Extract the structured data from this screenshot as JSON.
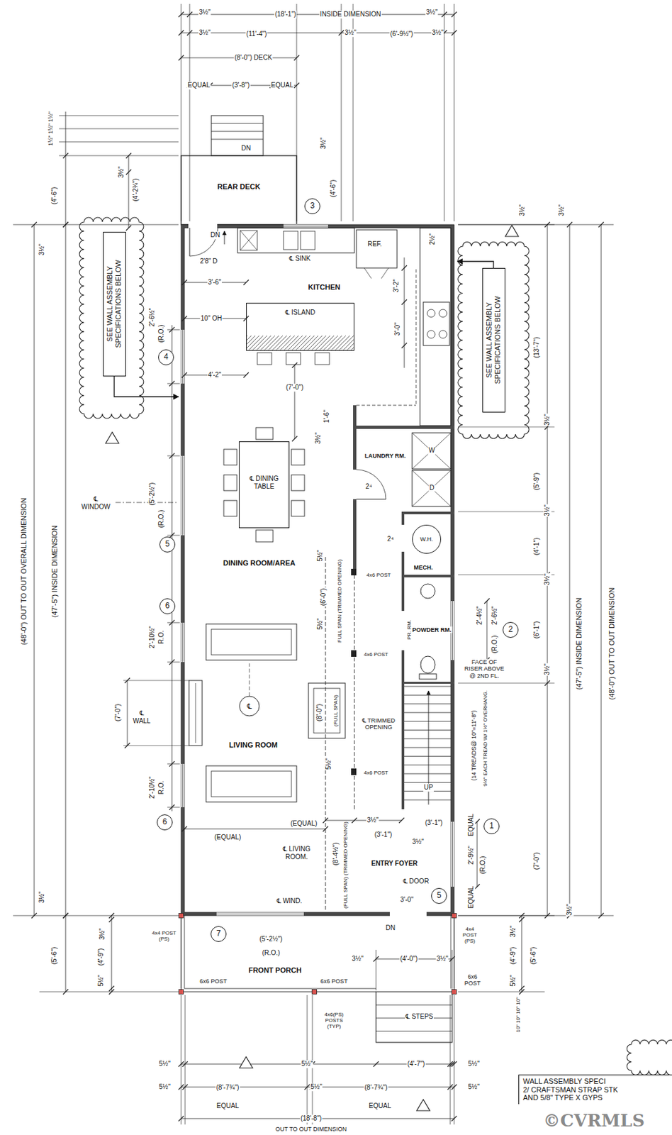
{
  "diagram": {
    "nodes": [
      {
        "text": [
          "3"
        ]
      },
      {
        "text": [
          "SEE WALL ASSEMBLY SPECIFICATIONS BELOW"
        ]
      },
      {
        "text": [
          "℄ ISLAND"
        ]
      },
      {
        "text": [
          "SEE WALL ASSEMBLY SPECIFICATIONS BELOW"
        ]
      },
      {
        "text": [
          "4"
        ]
      },
      {
        "text": [
          "℄ DINING TABLE"
        ]
      },
      {
        "text": [
          "W.H."
        ]
      },
      {
        "text": [
          "5"
        ]
      },
      {
        "text": [
          "6"
        ]
      },
      {
        "text": [
          "2"
        ]
      },
      {
        "text": [
          "6"
        ]
      },
      {
        "text": [
          "1"
        ]
      },
      {
        "text": [
          "5"
        ]
      },
      {
        "text": [
          "7"
        ]
      },
      {
        "text": [
          "WALL ASSEMBLY SPECI",
          "2/ CRAFTSMAN STRAP STK",
          "AND 5/8\" TYPE X GYPS"
        ]
      }
    ],
    "labels": [
      "3½\"",
      "(18'-1\")",
      "INSIDE DIMENSION",
      "3½\"",
      "3½\"",
      "(11'-4\")",
      "3½\"",
      "(6'-9½\")",
      "3½\"",
      "(8'-0\") DECK",
      "EQUAL",
      "(3'-8\")",
      "EQUAL",
      "DN",
      "3½\"",
      "REAR DECK",
      "1½\" 1½\" 1½\"",
      "(4'-6\")",
      "(4'-2¾\")",
      "3½\"",
      "(4'-6\")",
      "3½\"",
      "3½\"",
      "3½\"",
      "DN",
      "2'8\" D",
      "3'-6\"",
      "℄ SINK",
      "REF.",
      "2½\"",
      "KITCHEN",
      "3'-2\"",
      "3'-0\"",
      "10\" OH",
      "4'-2\"",
      "(7'-0\")",
      "2'-6½\"",
      "(R.O.)",
      "(13'-7\")",
      "3½\"",
      "1'-6\"",
      "3½\"",
      "LAUNDRY RM.",
      "W",
      "D",
      "2⁴",
      "2⁴",
      "MECH.",
      "(5'-9\")",
      "3½\"",
      "(4'-1\")",
      "3½\"",
      "(6'-1\")",
      "2'-4½\"",
      "2'-6½\"",
      "(R.O.)",
      "PR. RM.",
      "POWDER RM.",
      "FACE OF RISER ABOVE @ 2ND FL.",
      "(14 TREADS@ 10\"=11'-8\")",
      "9½\" EACH TREAD W/ 1½\" OVERHANG.",
      "3½\"",
      "(7'-0\")",
      "EQUAL",
      "2'-9½\"",
      "(R.O.)",
      "EQUAL",
      "℄ WINDOW",
      "(5'-2½\")",
      "(R.O.)",
      "DINING ROOM/AREA",
      "5½\"",
      "(6'-0\")",
      "FULL SPAN (TRIMMED OPENING)",
      "4x6 POST",
      "5½\"",
      "4x6 POST",
      "2'-10½\"",
      "R.O.",
      "(7'-0\")",
      "℄ WALL",
      "℄",
      "LIVING ROOM",
      "(8'-0\")",
      "(FULL SPAN)",
      "℄ TRIMMED OPENING",
      "5½\"",
      "4x6 POST",
      "UP",
      "2'-10½\"",
      "R.O.",
      "(EQUAL)",
      "(EQUAL)",
      "℄ LIVING ROOM.",
      "3½\"",
      "(3'-1\")",
      "(3'-1\")",
      "3½\"",
      "ENTRY FOYER",
      "(8'-4½\")",
      "(FULL SPAN) (TRIMMED OPENING)",
      "℄ WIND.",
      "℄ DOOR",
      "3'-0\"",
      "DN",
      "(48'-0\") OUT TO OUT OVERALL DIMENSION",
      "(47'-5\") INSIDE DIMENSION",
      "(47'-5\") INSIDE DIMENSION",
      "(48'-0\") OUT TO OUT DIMENSION",
      "3½\"",
      "3½\"",
      "4x4 POST (PS)",
      "(5'-2½\")",
      "(R.O.)",
      "FRONT PORCH",
      "6x6 POST",
      "6x6 POST",
      "6x6 POST",
      "4x4 POST (PS)",
      "3½\"",
      "(4'-0\")",
      "3½\"",
      "℄ STEPS",
      "4x6(PS) POSTS (TYP)",
      "(4'-7\")",
      "(5'-6\")",
      "(4'-9\")",
      "3½\"",
      "5½\"",
      "(4'-9\")",
      "(5'-6\")",
      "3½\"",
      "5½\"",
      "10\" 10\" 10\" 10\"",
      "5½\"",
      "5½\"",
      "5½\"",
      "5½\"",
      "(8'-7¾\")",
      "5½\"",
      "(8'-7¾\")",
      "5½\"",
      "EQUAL",
      "EQUAL",
      "(18'-8\")",
      "OUT TO OUT DIMENSION",
      "©CVRMLS"
    ]
  }
}
